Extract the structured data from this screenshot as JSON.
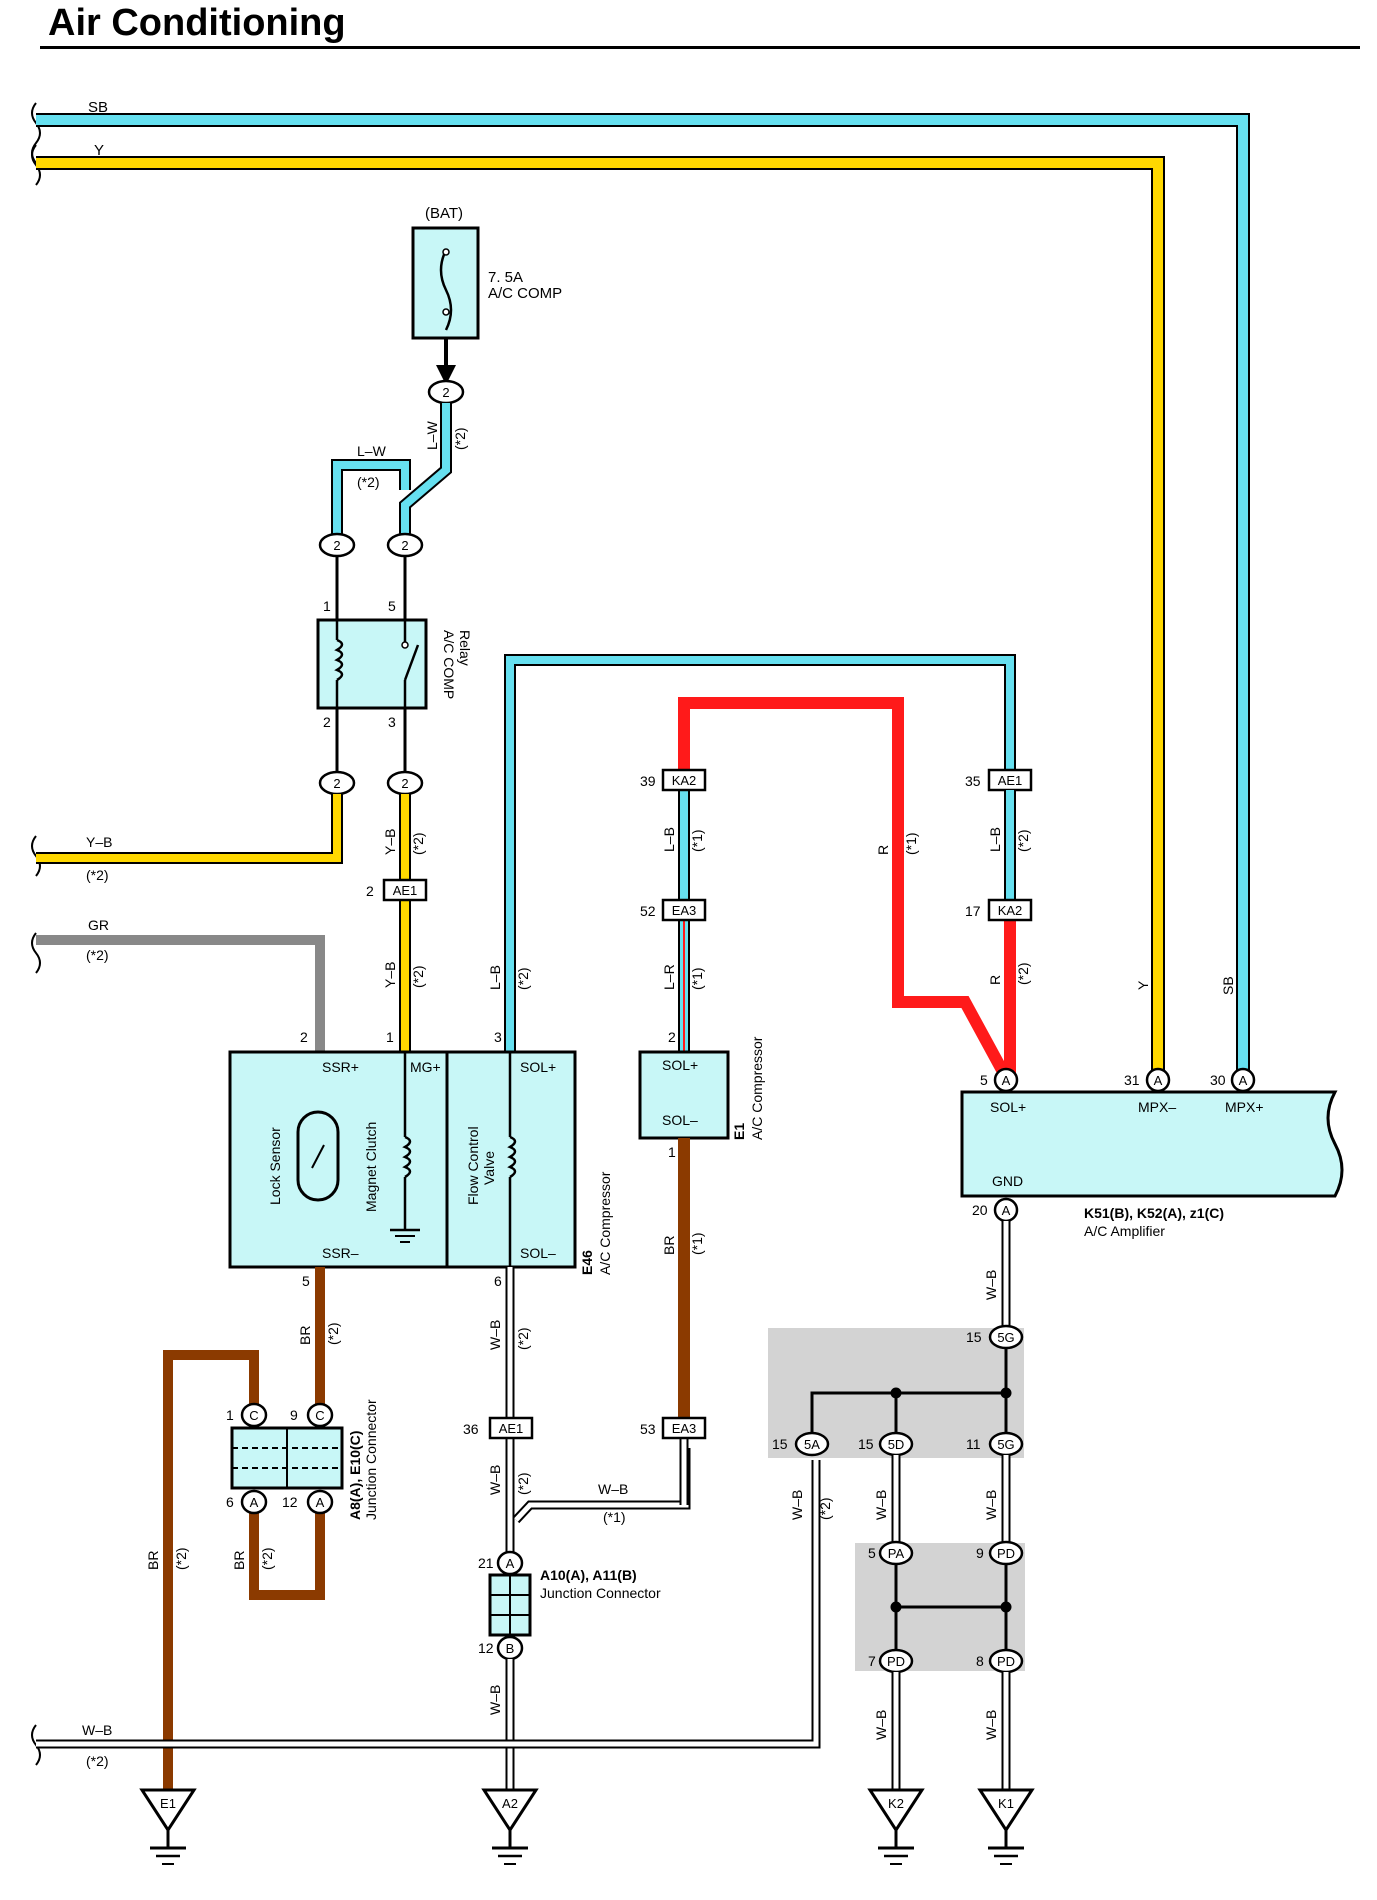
{
  "title": "Air Conditioning",
  "colors": {
    "SB": "#66e0f0",
    "Y": "#ffd800",
    "R": "#ff1a1a",
    "BR": "#8b3a00",
    "GR": "#888888",
    "box_fill": "#c8f7f7",
    "shade": "#d3d3d3"
  },
  "wires": {
    "sb": "SB",
    "y": "Y",
    "lw": "L–W",
    "yb": "Y–B",
    "gr": "GR",
    "lb": "L–B",
    "lr": "L–R",
    "r": "R",
    "br": "BR",
    "wb": "W–B",
    "note2": "(*2)",
    "note1": "(*1)"
  },
  "fuse": {
    "source": "(BAT)",
    "rating": "7. 5A",
    "name": "A/C COMP"
  },
  "relay": {
    "name_line1": "A/C COMP",
    "name_line2": "Relay"
  },
  "compressor_e46": {
    "code": "E46",
    "name": "A/C Compressor",
    "lock_sensor": "Lock Sensor",
    "magnet_clutch": "Magnet Clutch",
    "fcv_line1": "Flow Control",
    "fcv_line2": "Valve",
    "ssr_plus": "SSR+",
    "mg_plus": "MG+",
    "sol_plus": "SOL+",
    "ssr_minus": "SSR–",
    "sol_minus": "SOL–"
  },
  "compressor_e1": {
    "code": "E1",
    "name": "A/C Compressor",
    "sol_plus": "SOL+",
    "sol_minus": "SOL–"
  },
  "amplifier": {
    "code": "K51(B), K52(A), z1(C)",
    "name": "A/C Amplifier",
    "sol_plus": "SOL+",
    "mpx_minus": "MPX–",
    "mpx_plus": "MPX+",
    "gnd": "GND"
  },
  "junction_a8": {
    "code": "A8(A), E10(C)",
    "name": "Junction Connector"
  },
  "junction_a10": {
    "code": "A10(A), A11(B)",
    "name": "Junction Connector"
  },
  "connectors": {
    "ae1": "AE1",
    "ka2": "KA2",
    "ea3": "EA3",
    "c5g": "5G",
    "c5a": "5A",
    "c5d": "5D",
    "pa": "PA",
    "pd": "PD",
    "a": "A",
    "b": "B",
    "c": "C",
    "two": "2"
  },
  "grounds": {
    "e1": "E1",
    "a2": "A2",
    "k2": "K2",
    "k1": "K1"
  },
  "pins": {
    "p1": "1",
    "p2": "2",
    "p3": "3",
    "p5": "5",
    "p6": "6",
    "p7": "7",
    "p8": "8",
    "p9": "9",
    "p11": "11",
    "p12": "12",
    "p15": "15",
    "p17": "17",
    "p20": "20",
    "p21": "21",
    "p30": "30",
    "p31": "31",
    "p35": "35",
    "p36": "36",
    "p39": "39",
    "p52": "52",
    "p53": "53"
  }
}
